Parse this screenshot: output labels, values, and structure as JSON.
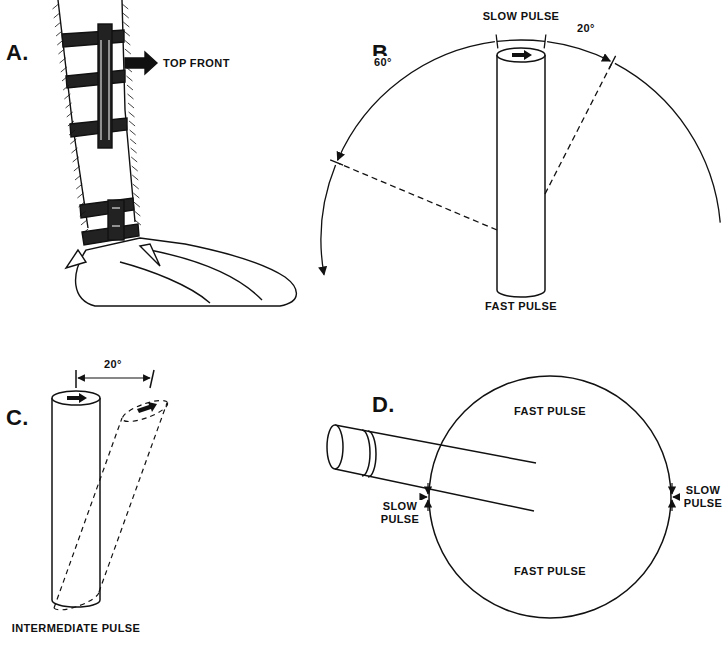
{
  "diagram": {
    "nodes": [
      {
        "text": [
          "FAST PULSE",
          "FAST PULSE"
        ]
      }
    ],
    "labels": [
      "A.",
      "TOP FRONT",
      "B.",
      "SLOW PULSE",
      "60°",
      "20°",
      "FAST PULSE",
      "C.",
      "20°",
      "INTERMEDIATE PULSE",
      "D.",
      "SLOW PULSE",
      "SLOW PULSE"
    ]
  }
}
